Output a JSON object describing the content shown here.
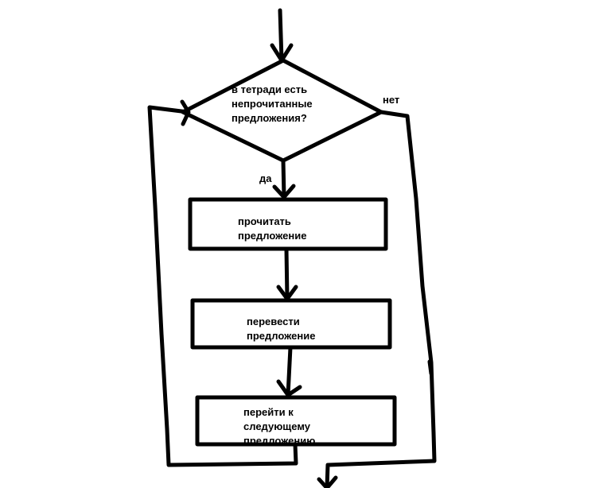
{
  "diagram": {
    "decision": {
      "text": "в тетради есть\nнепрочитанные\nпредложения?",
      "yes_label": "да",
      "no_label": "нет"
    },
    "steps": [
      {
        "text": "прочитать\nпредложение"
      },
      {
        "text": "перевести\nпредложение"
      },
      {
        "text": "перейти к\nследующему\nпредложению"
      }
    ],
    "colors": {
      "stroke": "#000000",
      "background": "#ffffff"
    }
  }
}
